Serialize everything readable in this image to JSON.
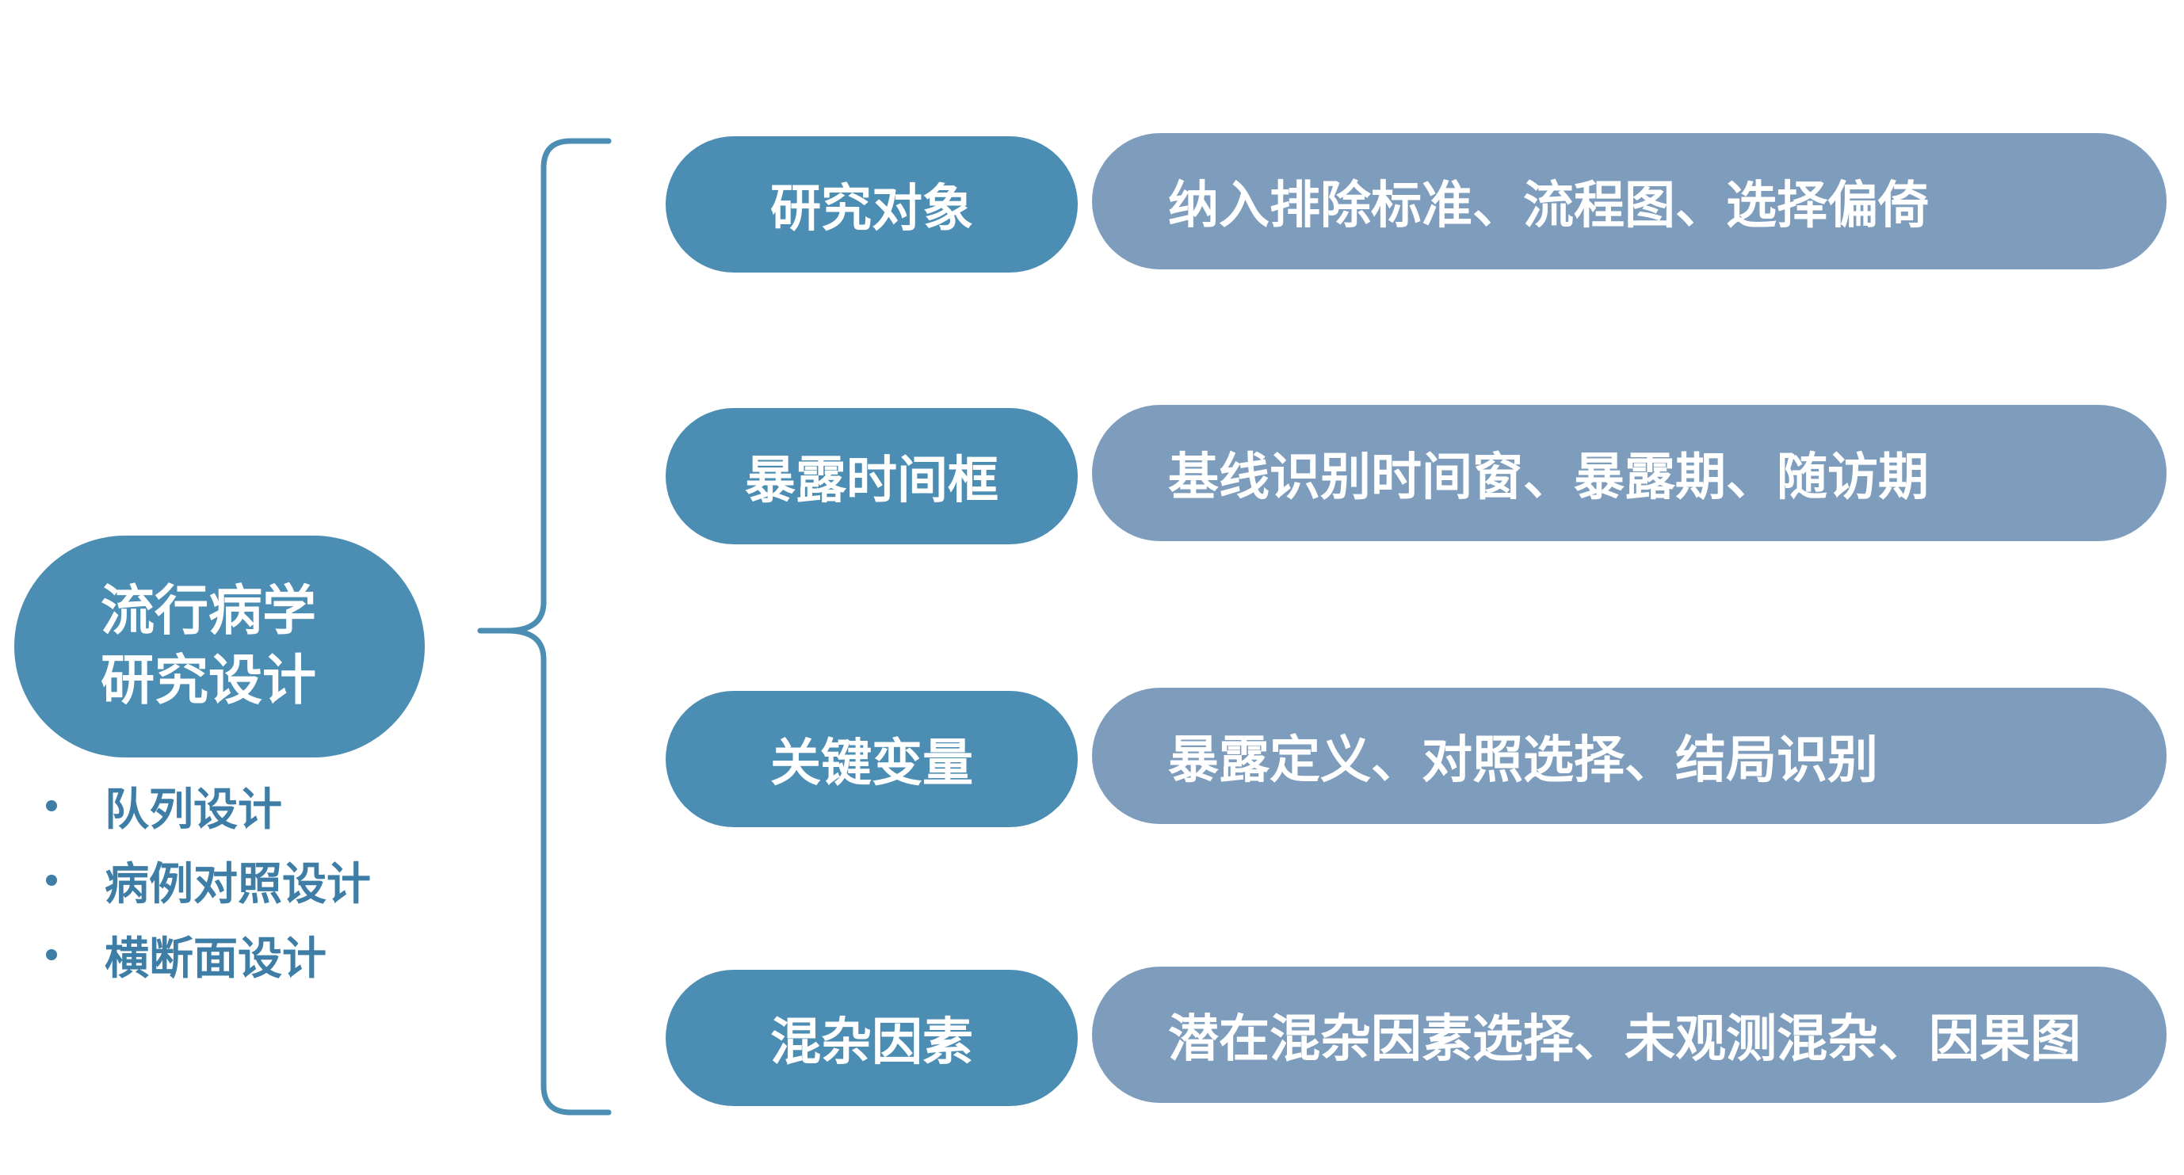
{
  "root": {
    "lines": [
      "流行病学",
      "研究设计"
    ]
  },
  "subtypes": [
    "队列设计",
    "病例对照设计",
    "横断面设计"
  ],
  "rows": [
    {
      "category": "研究对象",
      "description": "纳入排除标准、流程图、选择偏倚"
    },
    {
      "category": "暴露时间框",
      "description": "基线识别时间窗、暴露期、随访期"
    },
    {
      "category": "关键变量",
      "description": "暴露定义、对照选择、结局识别"
    },
    {
      "category": "混杂因素",
      "description": "潜在混杂因素选择、未观测混杂、因果图"
    }
  ],
  "colors": {
    "node_primary": "#4b8db3",
    "node_secondary": "#7e9dbd",
    "brace": "#4b8db3",
    "subtype_text": "#3d7da6"
  }
}
